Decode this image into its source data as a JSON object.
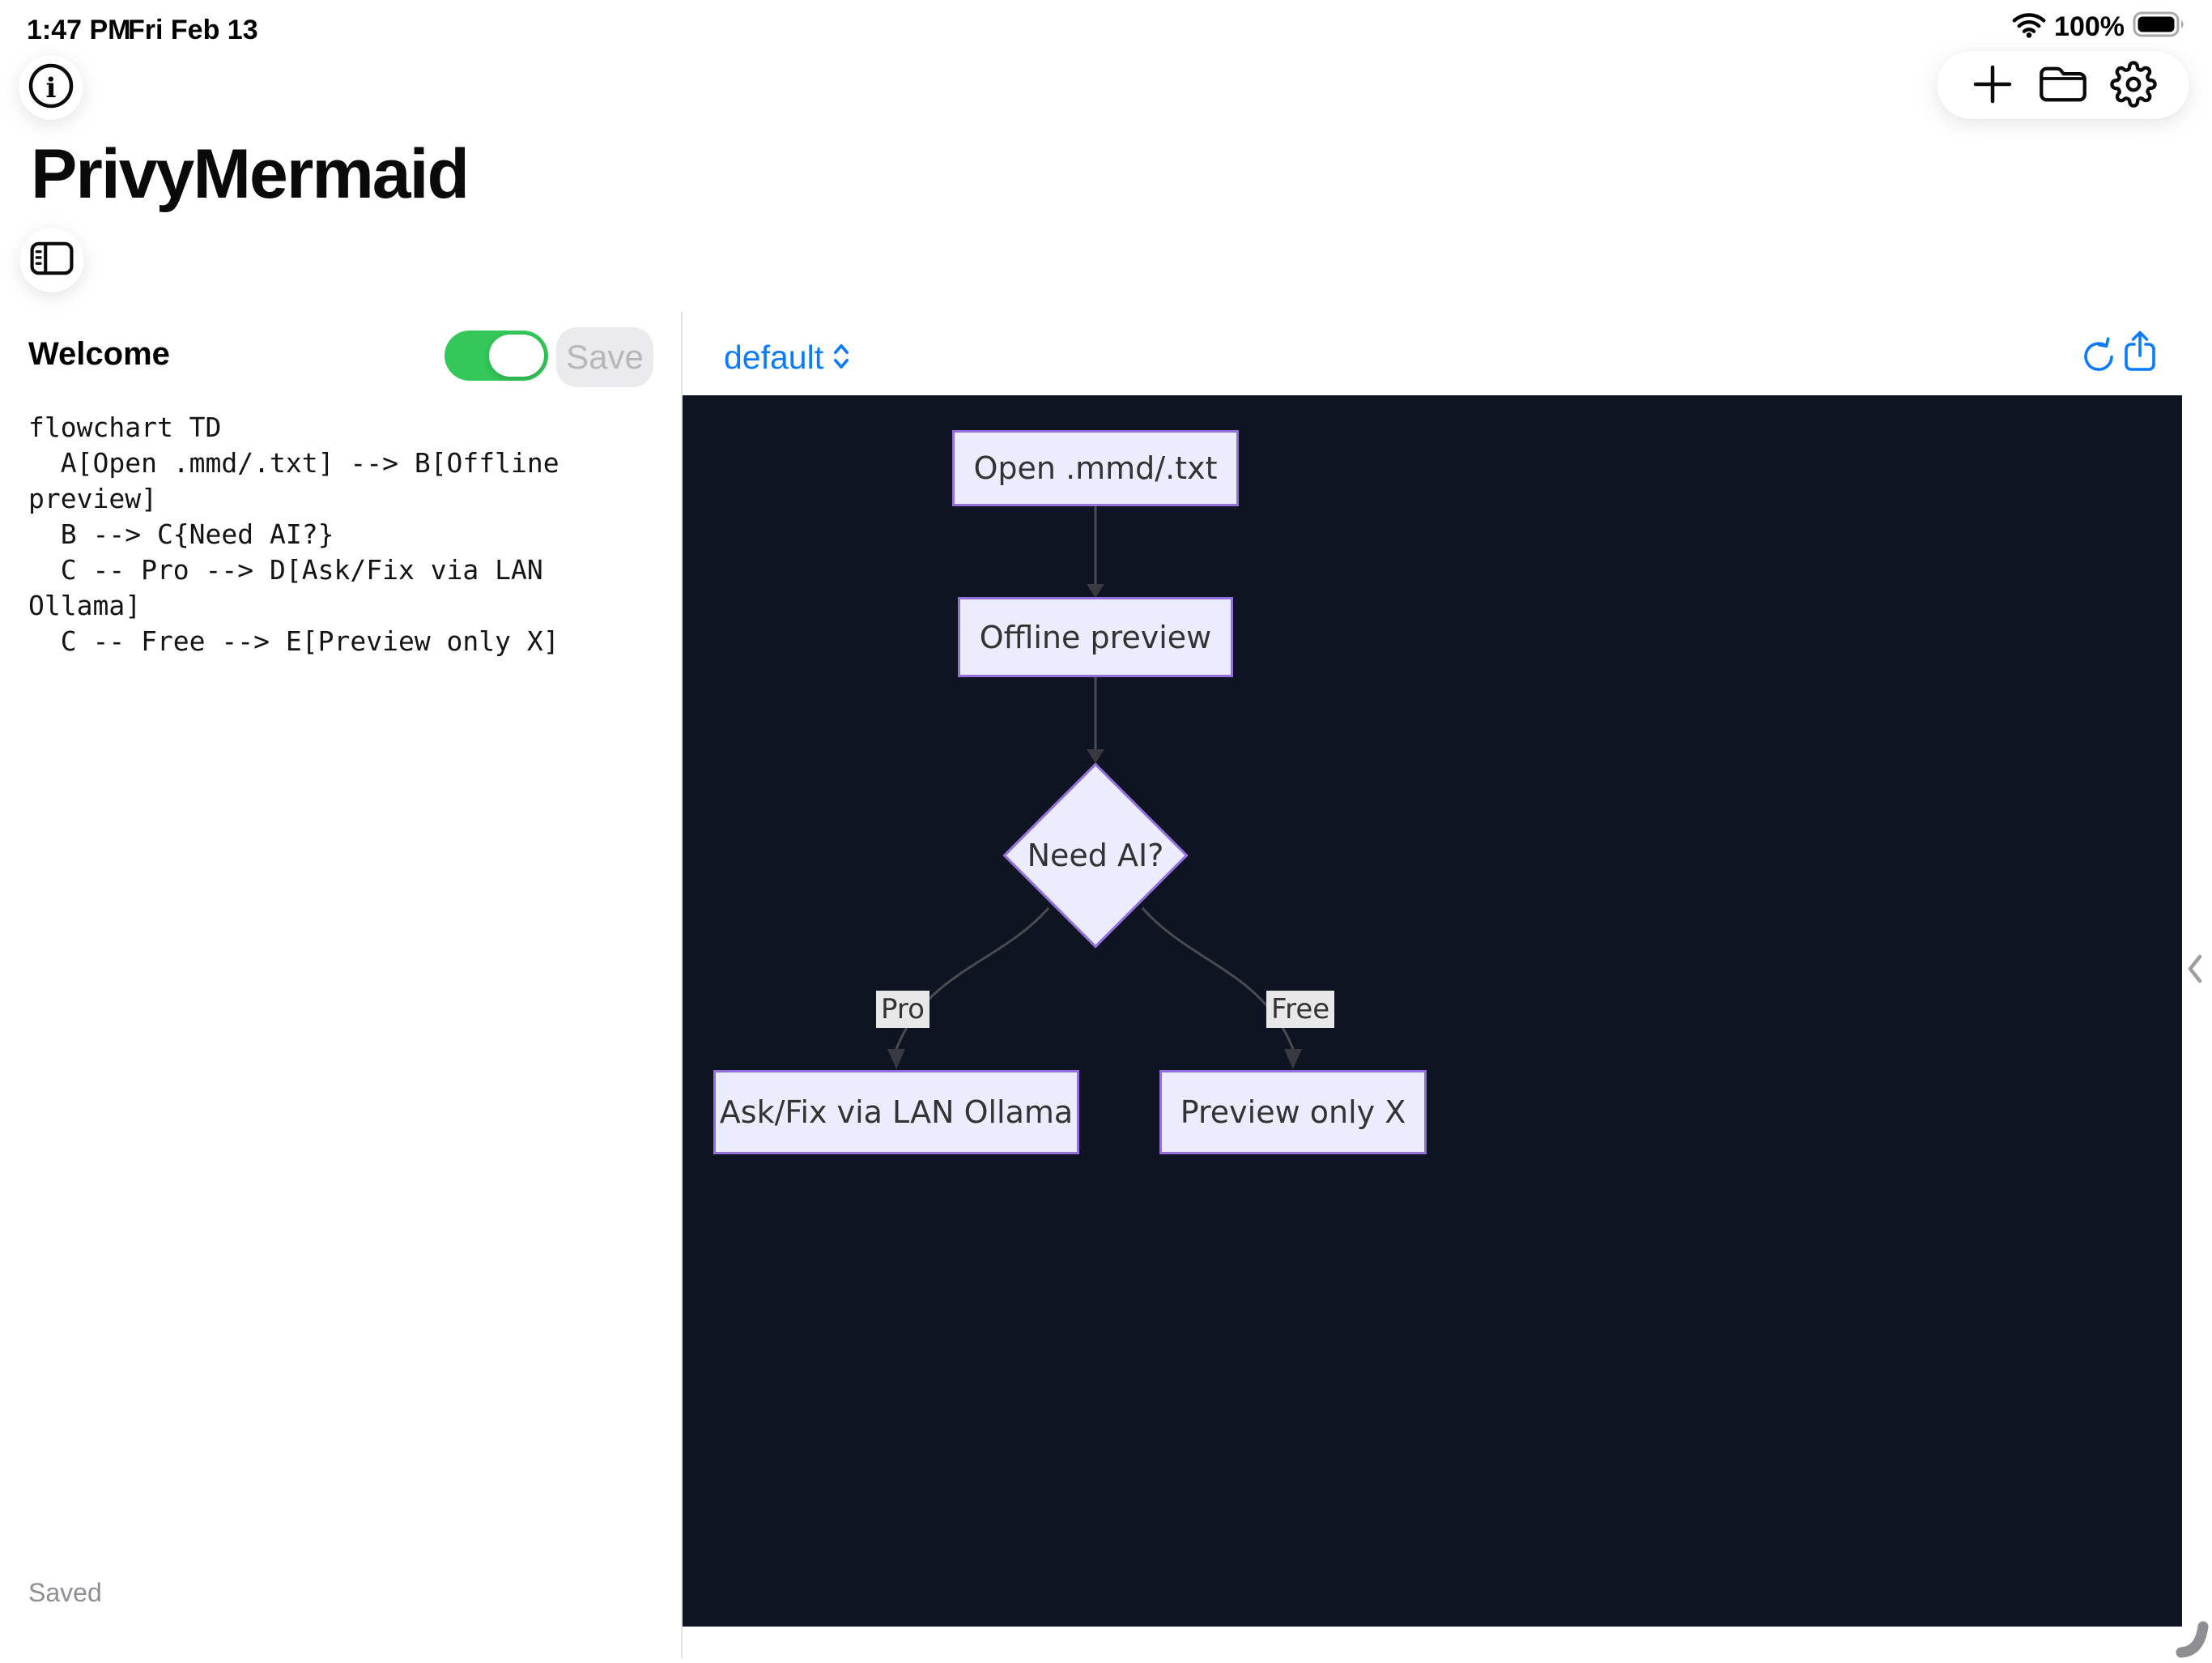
{
  "status_bar": {
    "time": "1:47 PM",
    "date": "Fri Feb 13",
    "battery_percent": "100%"
  },
  "header": {
    "app_title": "PrivyMermaid"
  },
  "editor": {
    "doc_title": "Welcome",
    "save_button_label": "Save",
    "autosave_enabled": true,
    "code": "flowchart TD\n  A[Open .mmd/.txt] --> B[Offline\npreview]\n  B --> C{Need AI?}\n  C -- Pro --> D[Ask/Fix via LAN\nOllama]\n  C -- Free --> E[Preview only X]",
    "status_text": "Saved"
  },
  "preview": {
    "theme_selector_value": "default",
    "colors": {
      "canvas_bg": "#0e1422",
      "node_fill": "#ececff",
      "node_border": "#9370db",
      "node_text": "#333333",
      "edge_line": "#4a4b50",
      "edge_label_bg": "#e8e8e8",
      "accent_blue": "#0a7aff",
      "toggle_green": "#34c759"
    },
    "diagram": {
      "type": "flowchart-TD",
      "nodes": [
        {
          "id": "A",
          "label": "Open .mmd/.txt",
          "shape": "rect"
        },
        {
          "id": "B",
          "label": "Offline preview",
          "shape": "rect"
        },
        {
          "id": "C",
          "label": "Need AI?",
          "shape": "diamond"
        },
        {
          "id": "D",
          "label": "Ask/Fix via LAN Ollama",
          "shape": "rect"
        },
        {
          "id": "E",
          "label": "Preview only X",
          "shape": "rect"
        }
      ],
      "edges": [
        {
          "from": "A",
          "to": "B",
          "label": ""
        },
        {
          "from": "B",
          "to": "C",
          "label": ""
        },
        {
          "from": "C",
          "to": "D",
          "label": "Pro"
        },
        {
          "from": "C",
          "to": "E",
          "label": "Free"
        }
      ]
    }
  }
}
